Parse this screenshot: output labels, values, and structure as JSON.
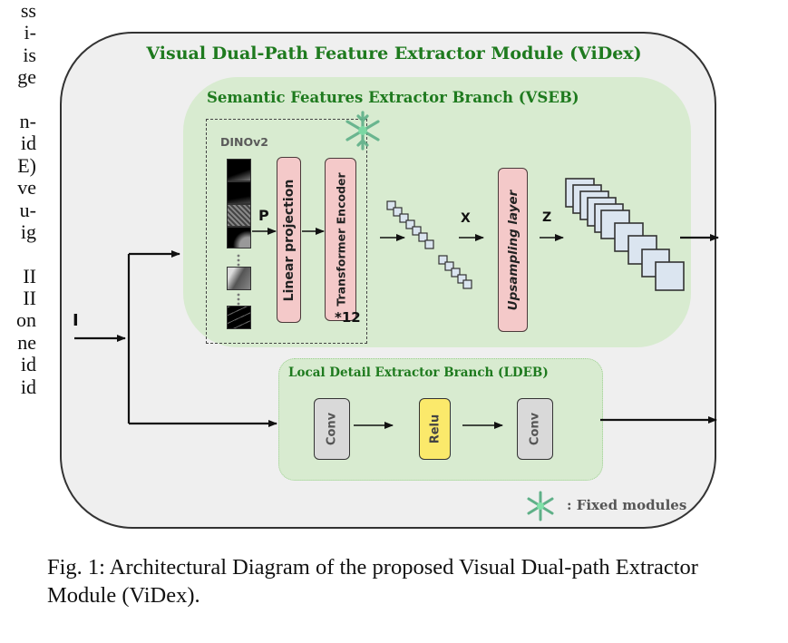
{
  "body_text_fragments": [
    "ss",
    "i-",
    "is",
    "ge",
    "",
    "n-",
    "id",
    "E)",
    "ve",
    "u-",
    "ig",
    "",
    "II",
    "II",
    "on",
    "ne",
    "id",
    "id"
  ],
  "diagram": {
    "module_title": "Visual Dual-Path Feature Extractor Module (ViDex)",
    "input_label": "I",
    "vseb": {
      "title": "Semantic Features Extractor Branch (VSEB)",
      "backbone_label": "DINOv2",
      "patch_label": "P",
      "linear_projection": "Linear projection",
      "transformer_encoder": "Transformer Encoder",
      "repeat": "*12",
      "tokens_label": "X",
      "upsampling": "Upsampling layer",
      "upsampled_label": "Z"
    },
    "ldeb": {
      "title": "Local Detail Extractor Branch (LDEB)",
      "blocks": [
        "Conv",
        "Relu",
        "Conv"
      ]
    },
    "legend": {
      "icon": "snowflake-icon",
      "text": ": Fixed modules"
    },
    "colors": {
      "title_green": "#1e7a1e",
      "branch_bg": "#d8ebd0",
      "module_bg": "#efefef",
      "pink_block": "#f4c9c9",
      "conv_block": "#d9d9d9",
      "relu_block": "#fbe96b",
      "feature_map": "#dbe5f0"
    }
  },
  "caption": "Fig. 1: Architectural Diagram of the proposed Visual Dual-path Extractor Module (ViDex)."
}
